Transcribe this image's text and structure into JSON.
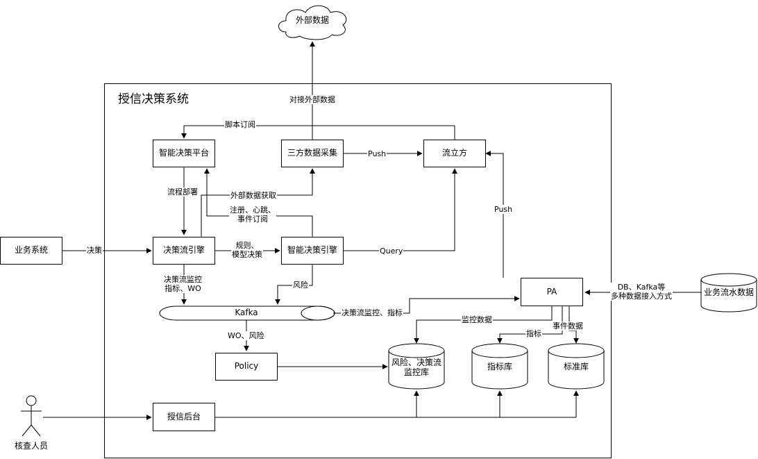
{
  "system": {
    "title": "授信决策系统"
  },
  "nodes": {
    "external_data": "外部数据",
    "smart_platform": "智能决策平台",
    "third_party": "三方数据采集",
    "liulifang": "流立方",
    "business_system": "业务系统",
    "flow_engine": "决策流引擎",
    "smart_engine": "智能决策引擎",
    "kafka": "Kafka",
    "pa": "PA",
    "biz_flow_db": "业务流水数据",
    "policy": "Policy",
    "risk_db": "风险、决策流\n监控库",
    "metric_db": "指标库",
    "standard_db": "标准库",
    "credit_admin": "授信后台",
    "reviewer": "核查人员"
  },
  "edges": {
    "external_connect": "对接外部数据",
    "script_subscribe": "脚本订阅",
    "push_top": "Push",
    "flow_deploy": "流程部署",
    "external_fetch": "外部数据获取",
    "register": "注册、心跳、\n事件订阅",
    "decision": "决策",
    "rules": "规则、\n模型决策",
    "query": "Query",
    "push_pa": "Push",
    "flow_monitor": "决策流监控\n指标、WO",
    "risk": "风险",
    "kafka_to_pa": "决策流监控、指标",
    "db_kafka": "DB、Kafka等\n多种数据接入方式",
    "monitor_data": "监控数据",
    "metric": "指标",
    "event_data": "事件数据",
    "wo_risk": "WO、风险"
  }
}
